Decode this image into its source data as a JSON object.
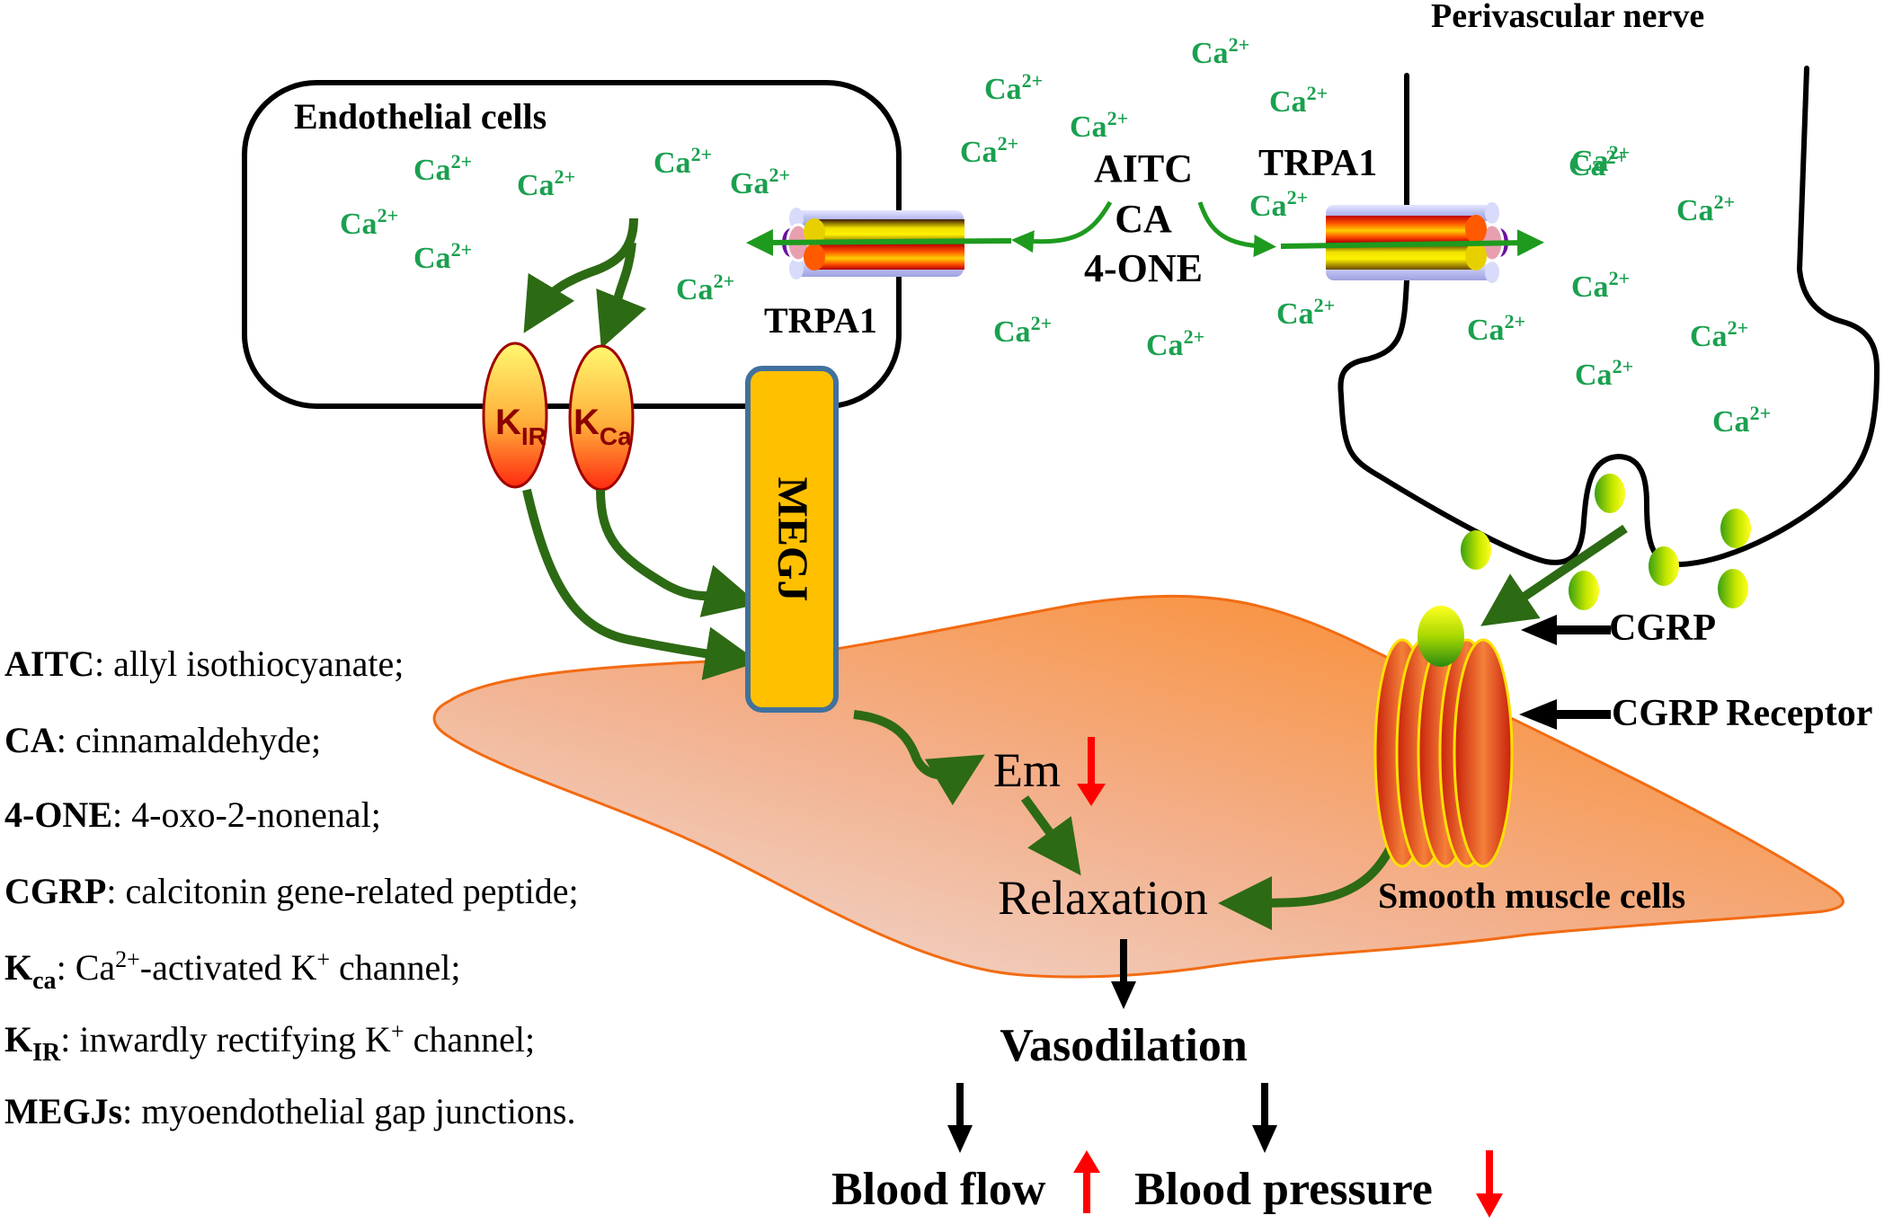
{
  "title": "TRPA1-mediated vasodilation mechanism",
  "colors": {
    "ion_green": "#1aa04f",
    "arrow_green": "#2d6a14",
    "flux_green": "#1e9a1e",
    "megj_fill": "#ffc000",
    "megj_border": "#41719c",
    "cell_orange": "#f98a2c",
    "cell_pale": "#ecd3cc",
    "cell_outline": "#f26b12",
    "channel_text": "#8b0000",
    "red_arrow": "#ff0000",
    "black": "#000000"
  },
  "labels": {
    "endothelial_cells": "Endothelial cells",
    "perivascular_nerve": "Perivascular nerve",
    "trpa1_left": "TRPA1",
    "trpa1_right": "TRPA1",
    "agonists": [
      "AITC",
      "CA",
      "4-ONE"
    ],
    "kir_main": "K",
    "kir_sub": "IR",
    "kca_main": "K",
    "kca_sub": "Ca",
    "megj": "MEGJ",
    "em": "Em",
    "relaxation": "Relaxation",
    "smooth_muscle_cells": "Smooth muscle cells",
    "cgrp": "CGRP",
    "cgrp_receptor": "CGRP Receptor",
    "vasodilation": "Vasodilation",
    "blood_flow": "Blood flow",
    "blood_pressure": "Blood pressure"
  },
  "ions": {
    "base": "Ca",
    "typo_base": "Ga",
    "charge": "2+",
    "endothelial": [
      {
        "base": "Ca"
      },
      {
        "base": "Ca"
      },
      {
        "base": "Ca"
      },
      {
        "base": "Ca"
      },
      {
        "base": "Ca"
      },
      {
        "base": "Ga"
      },
      {
        "base": "Ca"
      }
    ],
    "extracellular": [
      {
        "base": "Ca"
      },
      {
        "base": "Ca"
      },
      {
        "base": "Ca"
      },
      {
        "base": "Ca"
      },
      {
        "base": "Ca"
      },
      {
        "base": "Ca"
      },
      {
        "base": "Ca"
      },
      {
        "base": "Ca"
      },
      {
        "base": "Ca"
      },
      {
        "base": "Ca"
      }
    ],
    "nerve": [
      {
        "base": "Ca"
      },
      {
        "base": "Ca"
      },
      {
        "base": "Ca"
      },
      {
        "base": "Ca"
      },
      {
        "base": "Ca"
      },
      {
        "base": "Ca"
      },
      {
        "base": "Ca"
      }
    ]
  },
  "effects": {
    "em": "decrease",
    "blood_flow": "increase",
    "blood_pressure": "decrease"
  },
  "legend": [
    {
      "term": "AITC",
      "sub": "",
      "sep": ": ",
      "definition": "allyl isothiocyanate;"
    },
    {
      "term": "CA",
      "sub": "",
      "sep": ": ",
      "definition": "cinnamaldehyde;"
    },
    {
      "term": "4-ONE",
      "sub": "",
      "sep": ": ",
      "definition": "4-oxo-2-nonenal;"
    },
    {
      "term": "CGRP",
      "sub": "",
      "sep": ": ",
      "definition": "calcitonin gene-related peptide;"
    },
    {
      "term": "K",
      "sub": "ca",
      "sep": ": ",
      "def_parts": [
        "Ca",
        "2+",
        "-activated K",
        "+",
        " channel;"
      ]
    },
    {
      "term": "K",
      "sub": "IR",
      "sep": ":  ",
      "def_parts": [
        "inwardly rectifying K",
        "+",
        " channel;"
      ]
    },
    {
      "term": "MEGJs",
      "sub": "",
      "sep": ": ",
      "definition": "myoendothelial gap junctions."
    }
  ]
}
